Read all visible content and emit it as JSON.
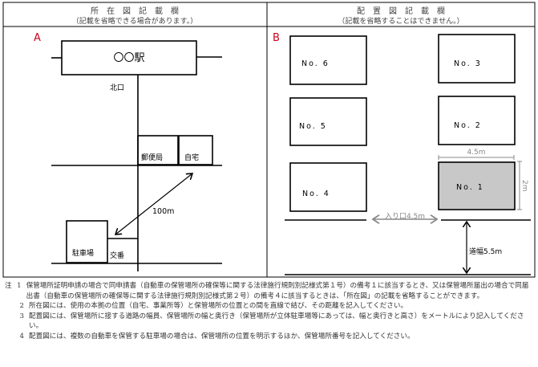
{
  "header": {
    "left_title": "所　在　図　記　載　欄",
    "left_sub": "（記載を省略できる場合があります。）",
    "right_title": "配　置　図　記　載　欄",
    "right_sub": "（記載を省略することはできません。）"
  },
  "location_map": {
    "label": "A",
    "station": "〇〇駅",
    "exit": "北口",
    "post_office": "郵便局",
    "home": "自宅",
    "distance": "100m",
    "parking": "駐車場",
    "police_box": "交番"
  },
  "layout_map": {
    "label": "B",
    "spaces": [
      "No. 1",
      "No. 2",
      "No. 3",
      "No. 4",
      "No. 5",
      "No. 6"
    ],
    "selected_space": "No. 1",
    "width": "4.5m",
    "depth": "2m",
    "entrance": "入り口4.5m",
    "road_width": "道幅5.5m",
    "accent_color": "#d0021b",
    "selected_fill": "#c8c8c8"
  },
  "notes": {
    "prefix": "注",
    "items": [
      {
        "num": "1",
        "text": "保管場所証明申請の場合で同申請書（自動車の保管場所の確保等に関する法律施行規則別記様式第１号）の備考１に該当するとき、又は保管場所届出の場合で同届出書（自動車の保管場所の確保等に関する法律施行規則別記様式第２号）の備考４に該当するときは、「所在図」の記載を省略することができます。"
      },
      {
        "num": "2",
        "text": "所在図には、使用の本拠の位置（自宅、事業所等）と保管場所の位置との間を直線で結び、その距離を記入してください。"
      },
      {
        "num": "3",
        "text": "配置図には、保管場所に接する道路の幅員、保管場所の幅と奥行き（保管場所が立体駐車場等にあっては、幅と奥行きと高さ）をメートルにより記入してください。"
      },
      {
        "num": "4",
        "text": "配置図には、複数の自動車を保管する駐車場の場合は、保管場所の位置を明示するほか、保管場所番号を記入してください。"
      }
    ]
  }
}
